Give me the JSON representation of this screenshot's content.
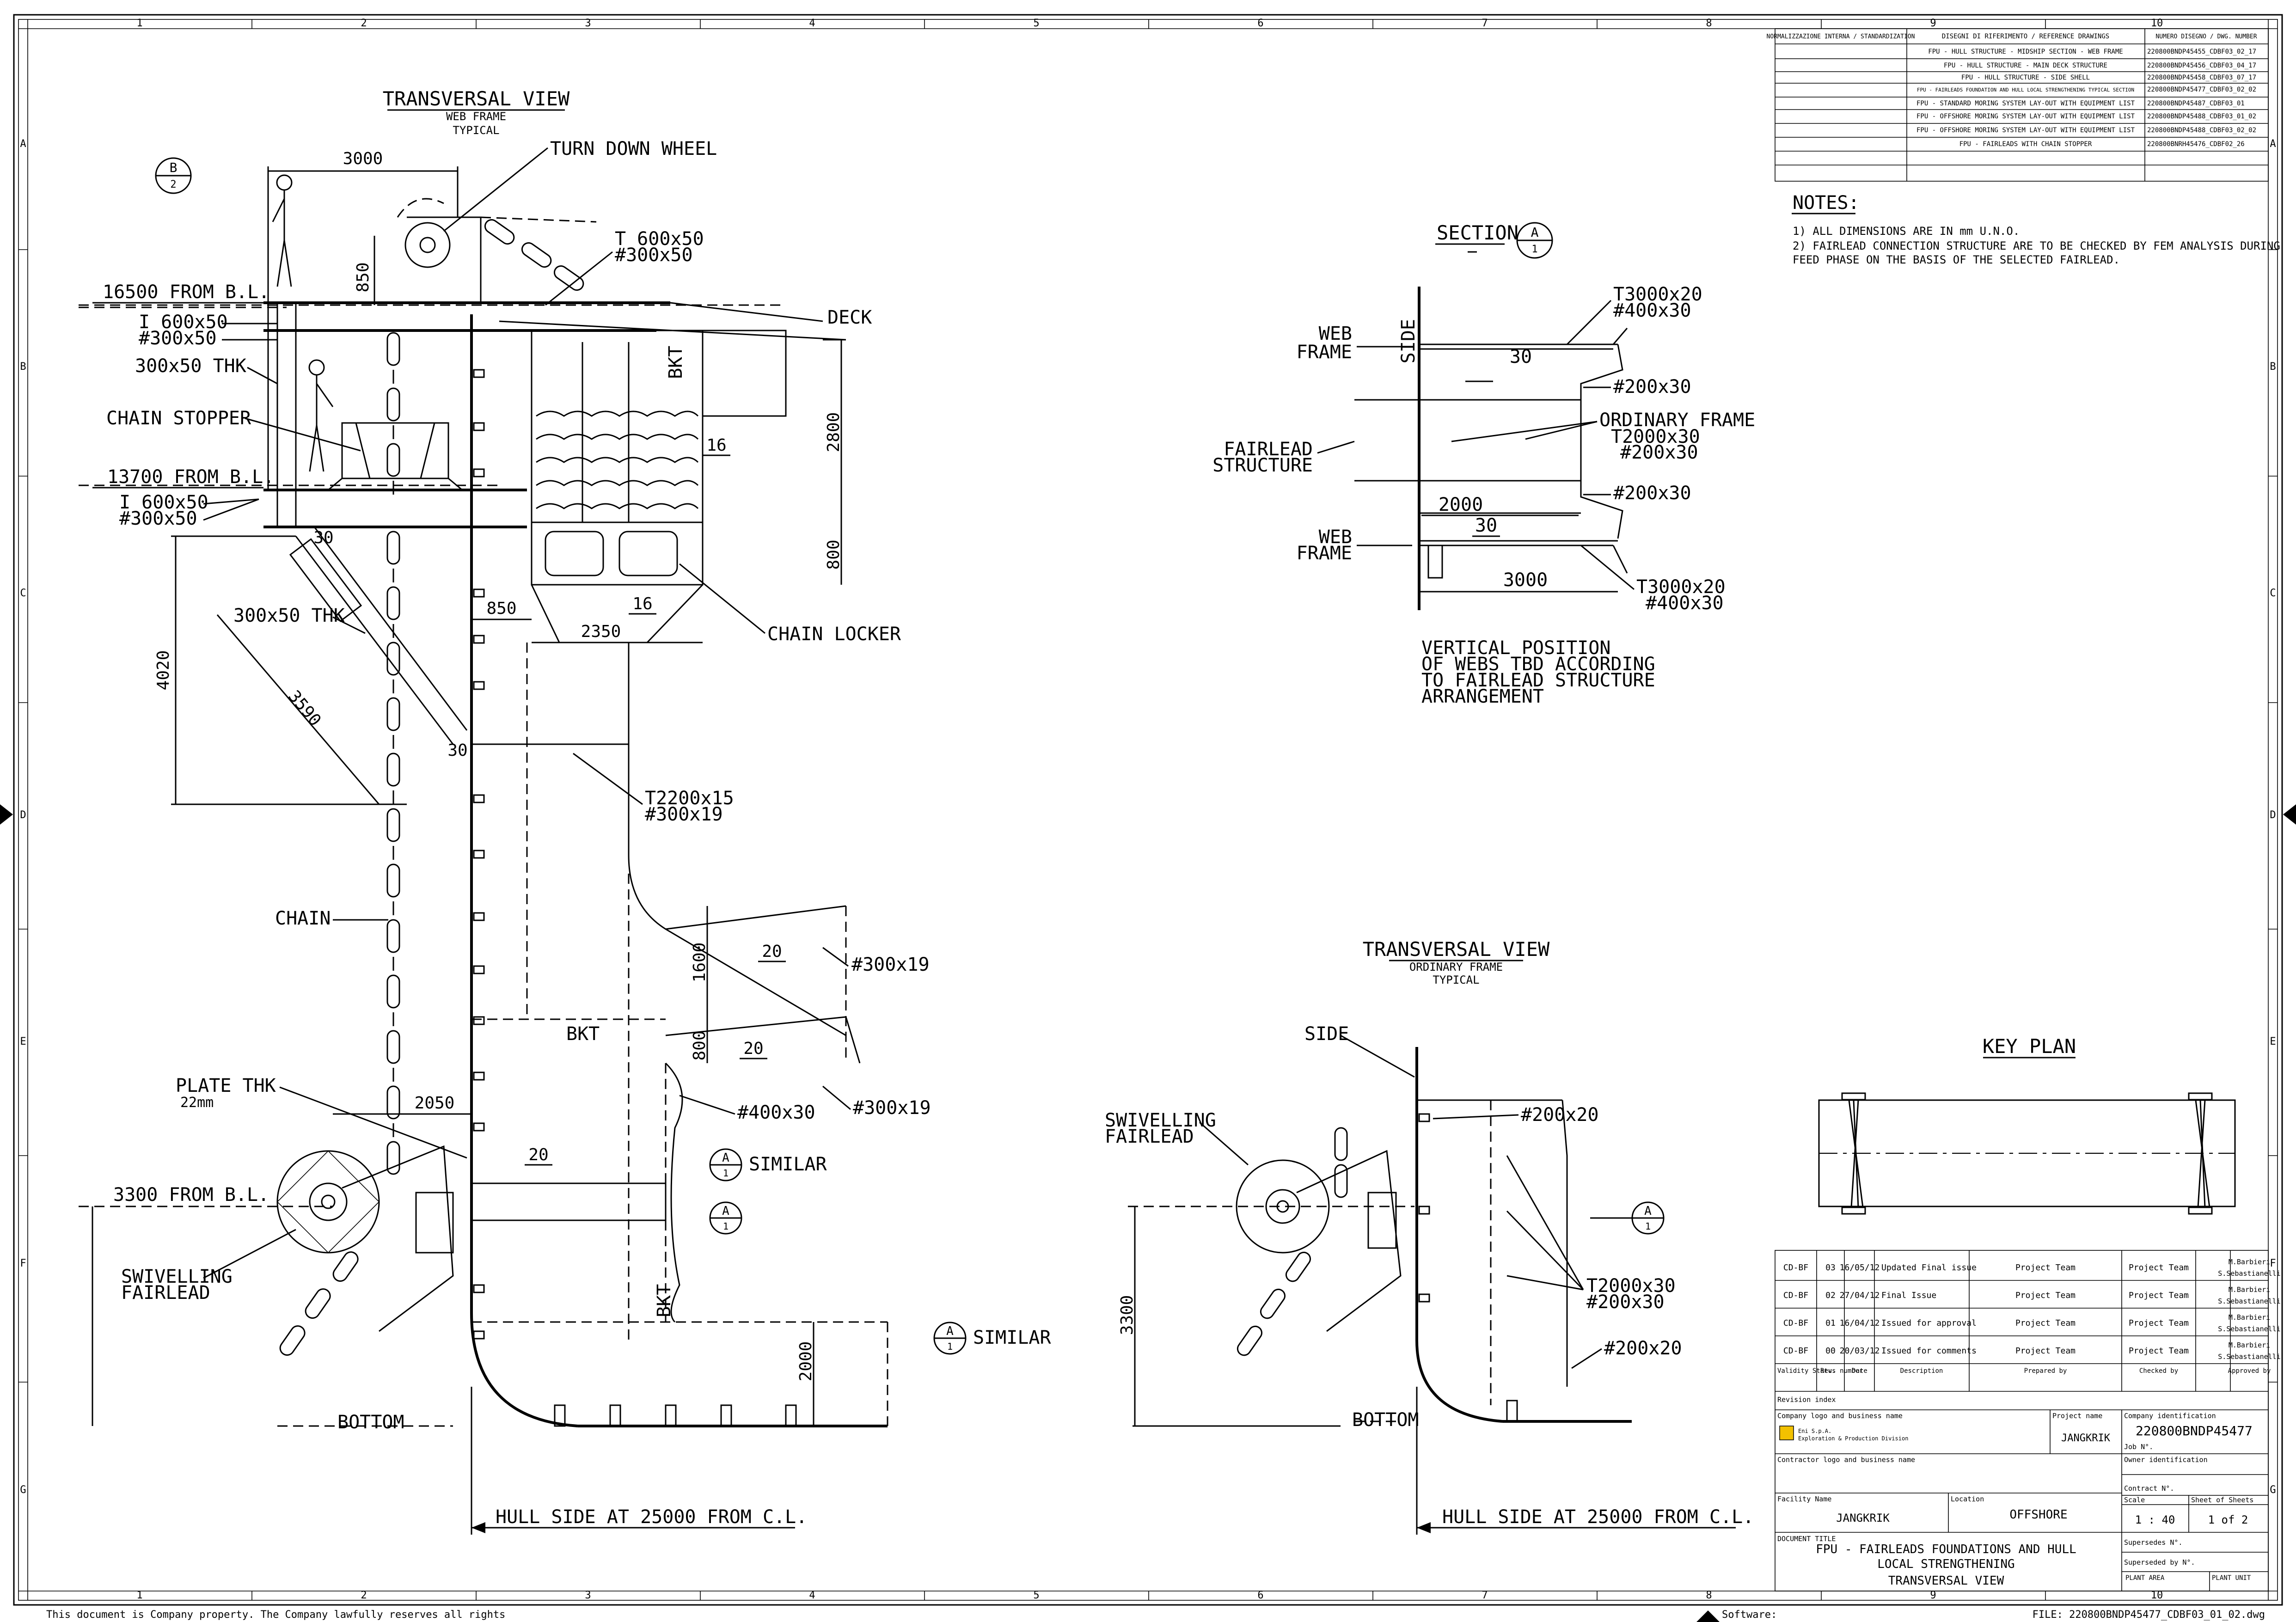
{
  "border": {
    "columns": [
      "1",
      "2",
      "3",
      "4",
      "5",
      "6",
      "7",
      "8",
      "9",
      "10"
    ],
    "rows": [
      "A",
      "B",
      "C",
      "D",
      "E",
      "F",
      "G"
    ]
  },
  "main_view": {
    "title": "TRANSVERSAL VIEW",
    "subtitle1": "WEB FRAME",
    "subtitle2": "TYPICAL",
    "detail_bubble": {
      "letter": "B",
      "number": "2"
    },
    "labels": {
      "turn_down_wheel": "TURN DOWN WHEEL",
      "deck": "DECK",
      "level_16500": "16500 FROM B.L.",
      "i_beam_upper_1": "I 600x50",
      "i_beam_upper_2": "#300x50",
      "thk_300": "300x50 THK",
      "chain_stopper": "CHAIN STOPPER",
      "level_13700": "13700 FROM B.L.",
      "i_beam_lower_1": "I 600x50",
      "i_beam_lower_2": "#300x50",
      "strut_thk": "300x50 THK",
      "chain_locker": "CHAIN LOCKER",
      "t_600_1": "T 600x50",
      "t_600_2": "#300x50",
      "bkt": "BKT",
      "t2200_1": "T2200x15",
      "t2200_2": "#300x19",
      "chain": "CHAIN",
      "plate_thk_1": "PLATE THK",
      "plate_thk_2": "22mm",
      "level_3300": "3300 FROM B.L.",
      "swivelling_1": "SWIVELLING",
      "swivelling_2": "FAIRLEAD",
      "bottom": "BOTTOM",
      "hull_side": "HULL SIDE AT 25000 FROM C.L.",
      "f300x19_a": "#300x19",
      "f300x19_b": "#300x19",
      "f400x30": "#400x30",
      "similar_1": "SIMILAR",
      "similar_2": "SIMILAR",
      "bkt_lower": "BKT",
      "bkt_vert": "BKT",
      "section_letter": "A",
      "section_number": "1"
    },
    "dims": {
      "d3000": "3000",
      "d850_top": "850",
      "d2800": "2800",
      "d800_a": "800",
      "d850": "850",
      "d2350": "2350",
      "d4020": "4020",
      "d3590": "3590",
      "d30_a": "30",
      "d30_b": "30",
      "d16_a": "16",
      "d16_b": "16",
      "d1600": "1600",
      "d800_b": "800",
      "d20_a": "20",
      "d20_b": "20",
      "d20_c": "20",
      "d2050": "2050",
      "d2000": "2000"
    }
  },
  "section_view": {
    "title": "SECTION",
    "letter": "A",
    "number": "1",
    "note1": "VERTICAL POSITION",
    "note2": "OF WEBS TBD ACCORDING",
    "note3": "TO FAIRLEAD STRUCTURE",
    "note4": "ARRANGEMENT",
    "labels": {
      "side": "SIDE",
      "web_frame_1a": "WEB",
      "web_frame_1b": "FRAME",
      "web_frame_2a": "WEB",
      "web_frame_2b": "FRAME",
      "fairlead_a": "FAIRLEAD",
      "fairlead_b": "STRUCTURE",
      "t3000_top_1": "T3000x20",
      "t3000_top_2": "#400x30",
      "f200x30_a": "#200x30",
      "ordinary_1": "ORDINARY FRAME",
      "ordinary_2": "T2000x30",
      "ordinary_3": "#200x30",
      "f200x30_b": "#200x30",
      "t3000_bot_1": "T3000x20",
      "t3000_bot_2": "#400x30"
    },
    "dims": {
      "d30_a": "30",
      "d2000": "2000",
      "d30_b": "30",
      "d3000": "3000"
    }
  },
  "ordinary_view": {
    "title": "TRANSVERSAL VIEW",
    "subtitle1": "ORDINARY FRAME",
    "subtitle2": "TYPICAL",
    "labels": {
      "side": "SIDE",
      "swivelling_1": "SWIVELLING",
      "swivelling_2": "FAIRLEAD",
      "f200x20_a": "#200x20",
      "t2000_1": "T2000x30",
      "t2000_2": "#200x30",
      "f200x20_b": "#200x20",
      "bottom": "BOTTOM",
      "hull_side": "HULL SIDE AT 25000 FROM C.L.",
      "bubble_letter": "A",
      "bubble_number": "1"
    },
    "dims": {
      "d3300": "3300"
    }
  },
  "reference_table": {
    "header_left": "NORMALIZZAZIONE INTERNA / STANDARDIZATION",
    "header_mid": "DISEGNI DI RIFERIMENTO / REFERENCE DRAWINGS",
    "header_right": "NUMERO DISEGNO / DWG. NUMBER",
    "rows": [
      {
        "desc": "FPU - HULL STRUCTURE - MIDSHIP SECTION - WEB FRAME",
        "num": "220800BNDP45455_CDBF03_02_17"
      },
      {
        "desc": "FPU - HULL STRUCTURE - MAIN DECK STRUCTURE",
        "num": "220800BNDP45456_CDBF03_04_17"
      },
      {
        "desc": "FPU - HULL STRUCTURE - SIDE SHELL",
        "num": "220800BNDP45458_CDBF03_07_17"
      },
      {
        "desc": "FPU - FAIRLEADS FOUNDATION AND HULL LOCAL STRENGTHENING TYPICAL SECTION",
        "num": "220800BNDP45477_CDBF03_02_02"
      },
      {
        "desc": "FPU - STANDARD MORING SYSTEM LAY-OUT WITH EQUIPMENT LIST",
        "num": "220800BNDP45487_CDBF03_01"
      },
      {
        "desc": "FPU - OFFSHORE MORING SYSTEM LAY-OUT WITH EQUIPMENT LIST",
        "num": "220800BNDP45488_CDBF03_01_02"
      },
      {
        "desc": "FPU - OFFSHORE MORING SYSTEM LAY-OUT WITH EQUIPMENT LIST",
        "num": "220800BNDP45488_CDBF03_02_02"
      },
      {
        "desc": "FPU - FAIRLEADS WITH CHAIN STOPPER",
        "num": "220800BNRH45476_CDBF02_26"
      }
    ]
  },
  "notes": {
    "title": "NOTES:",
    "note1": "1) ALL DIMENSIONS ARE IN mm U.N.O.",
    "note2a": "2) FAIRLEAD CONNECTION STRUCTURE ARE TO BE CHECKED BY FEM ANALYSIS DURING",
    "note2b": "FEED PHASE ON THE BASIS OF THE SELECTED FAIRLEAD."
  },
  "key_plan": {
    "title": "KEY PLAN"
  },
  "revisions": [
    {
      "validity": "CD-BF",
      "rev": "03",
      "date": "16/05/12",
      "desc": "Updated Final issue",
      "prepared": "Project Team",
      "checked": "Project Team",
      "approved1": "M.Barbieri",
      "approved2": "S.Sebastianelli"
    },
    {
      "validity": "CD-BF",
      "rev": "02",
      "date": "27/04/12",
      "desc": "Final Issue",
      "prepared": "Project Team",
      "checked": "Project Team",
      "approved1": "M.Barbieri",
      "approved2": "S.Sebastianelli"
    },
    {
      "validity": "CD-BF",
      "rev": "01",
      "date": "16/04/12",
      "desc": "Issued for approval",
      "prepared": "Project Team",
      "checked": "Project Team",
      "approved1": "M.Barbieri",
      "approved2": "S.Sebastianelli"
    },
    {
      "validity": "CD-BF",
      "rev": "00",
      "date": "20/03/12",
      "desc": "Issued for comments",
      "prepared": "Project Team",
      "checked": "Project Team",
      "approved1": "M.Barbieri",
      "approved2": "S.Sebastianelli"
    }
  ],
  "title_block": {
    "h_validity": "Validity Status",
    "h_rev": "Rev. number",
    "h_date": "Date",
    "h_desc": "Description",
    "h_prepared": "Prepared by",
    "h_checked": "Checked by",
    "h_approved": "Approved by",
    "revision_index": "Revision index",
    "company_label": "Company logo and business name",
    "company_name": "Eni S.p.A.",
    "company_division": "Exploration & Production Division",
    "project_label": "Project name",
    "project_name": "JANGKRIK",
    "company_id_label": "Company identification",
    "company_id": "220800BNDP45477",
    "job_label": "Job N°.",
    "contractor_label": "Contractor logo and business name",
    "owner_label": "Owner identification",
    "contract_label": "Contract N°.",
    "facility_label": "Facility Name",
    "facility_name": "JANGKRIK",
    "location_label": "Location",
    "location_name": "OFFSHORE",
    "scale_label": "Scale",
    "scale_value": "1 : 40",
    "sheet_label": "Sheet of Sheets",
    "sheet_value": "1 of 2",
    "doc_title_label": "DOCUMENT TITLE",
    "doc_title_1": "FPU - FAIRLEADS FOUNDATIONS AND HULL",
    "doc_title_2": "LOCAL STRENGTHENING",
    "doc_title_3": "TRANSVERSAL VIEW",
    "supersedes": "Supersedes N°.",
    "superseded": "Superseded by N°.",
    "plant_area": "PLANT AREA",
    "plant_unit": "PLANT UNIT"
  },
  "footer": {
    "property": "This document is Company property. The Company lawfully reserves all rights",
    "software": "Software:",
    "file": "FILE: 220800BNDP45477_CDBF03_01_02.dwg"
  }
}
